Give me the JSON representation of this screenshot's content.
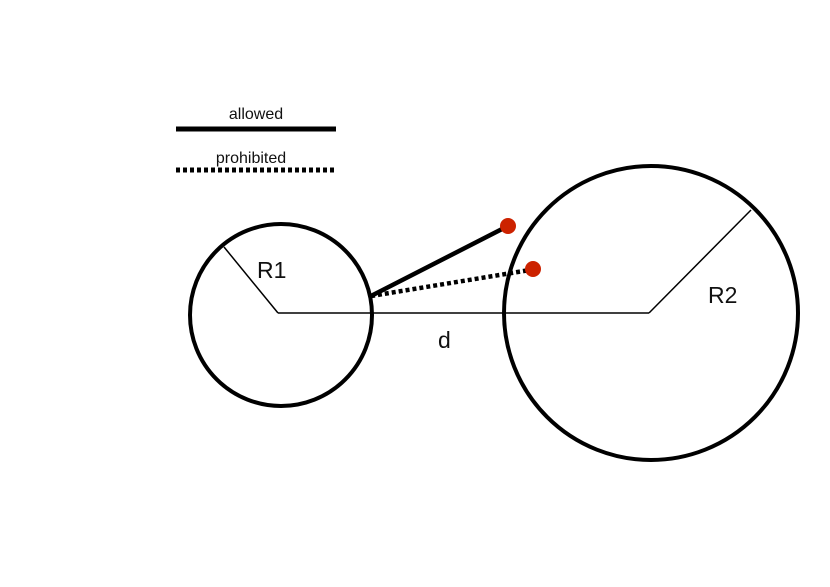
{
  "legend": {
    "allowed_label": "allowed",
    "prohibited_label": "prohibited"
  },
  "labels": {
    "radius1": "R1",
    "radius2": "R2",
    "distance": "d"
  },
  "colors": {
    "stroke": "#000000",
    "point": "#cc2200"
  }
}
